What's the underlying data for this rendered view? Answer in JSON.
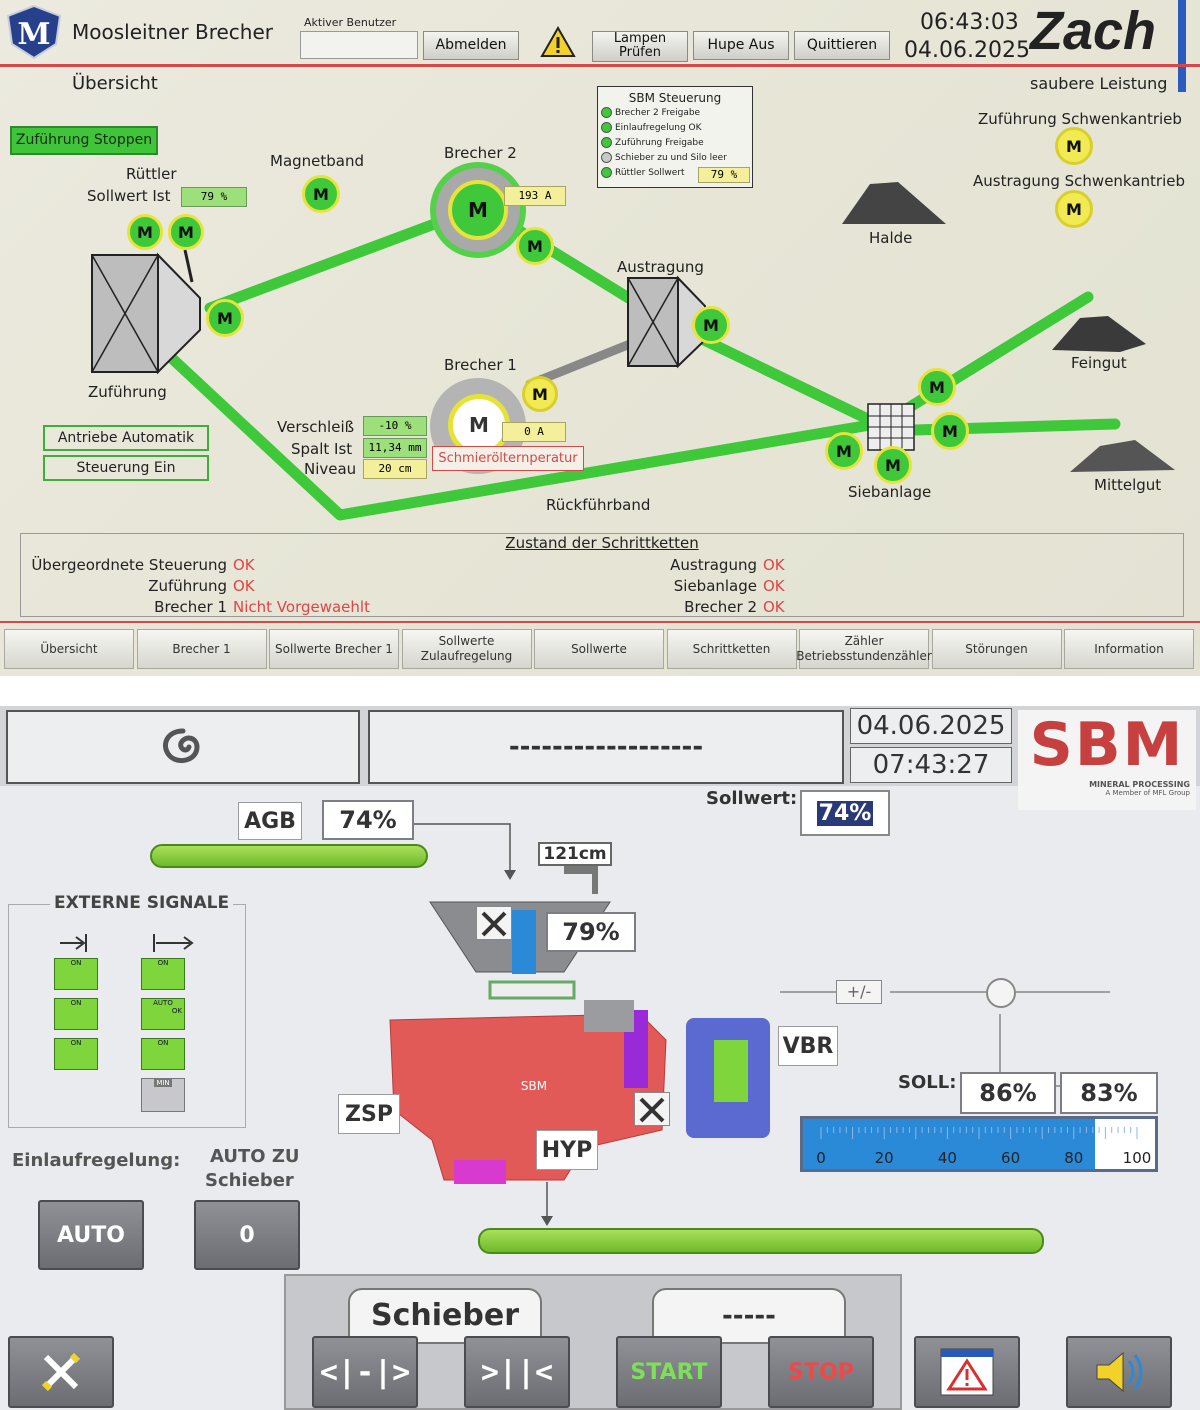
{
  "top": {
    "app_title": "Moosleitner Brecher",
    "logo_letter": "M",
    "user_label": "Aktiver Benutzer",
    "user_value": "",
    "logout": "Abmelden",
    "lamp_test": "Lampen\nPrüfen",
    "horn_off": "Hupe Aus",
    "acknowledge": "Quittieren",
    "time": "06:43:03",
    "date": "04.06.2025",
    "brand": "Zach",
    "brand_slogan": "saubere Leistung",
    "page": "Übersicht",
    "feed_stop": "Zuführung Stoppen",
    "ruettler": "Rüttler",
    "sollwert_ist": "Sollwert Ist",
    "sollwert_val": "79 %",
    "magnetband": "Magnetband",
    "brecher2": "Brecher 2",
    "brecher2_amp": "193 A",
    "brecher1": "Brecher 1",
    "brecher1_amp": "0 A",
    "motor_letter": "M",
    "austragung": "Austragung",
    "zufuehrung": "Zuführung",
    "halde": "Halde",
    "feingut": "Feingut",
    "mittelgut": "Mittelgut",
    "siebanlage": "Siebanlage",
    "rueckfuehrband": "Rückführband",
    "zuf_schwenk": "Zuführung Schwenkantrieb",
    "aus_schwenk": "Austragung Schwenkantrieb",
    "sbm_title": "SBM Steuerung",
    "sbm_items": [
      "Brecher 2 Freigabe",
      "Einlaufregelung OK",
      "Zuführung Freigabe",
      "Schieber zu und Silo leer",
      "Rüttler Sollwert"
    ],
    "sbm_colors": [
      "#3ec83a",
      "#3ec83a",
      "#3ec83a",
      "#c8c8c8",
      "#3ec83a"
    ],
    "sbm_ruettler_val": "79 %",
    "verschleiss": "Verschleiß",
    "verschleiss_val": "-10 %",
    "spalt": "Spalt Ist",
    "spalt_val": "11,34 mm",
    "niveau": "Niveau",
    "niveau_val": "20 cm",
    "schmieroel": "Schmierölternperatur",
    "antriebe": "Antriebe Automatik",
    "steuerung": "Steuerung Ein",
    "status_title": "Zustand der Schrittketten",
    "status_left": [
      {
        "k": "Übergeordnete Steuerung",
        "v": "OK"
      },
      {
        "k": "Zuführung",
        "v": "OK"
      },
      {
        "k": "Brecher 1",
        "v": "Nicht Vorgewaehlt"
      }
    ],
    "status_right": [
      {
        "k": "Austragung",
        "v": "OK"
      },
      {
        "k": "Siebanlage",
        "v": "OK"
      },
      {
        "k": "Brecher 2",
        "v": "OK"
      }
    ],
    "nav": [
      "Übersicht",
      "Brecher 1",
      "Sollwerte Brecher 1",
      "Sollwerte\nZulaufregelung",
      "Sollwerte",
      "Schrittketten",
      "Zähler\nBetriebsstundenzähler",
      "Störungen",
      "Information"
    ]
  },
  "bottom": {
    "message": "------------------",
    "date": "04.06.2025",
    "time": "07:43:27",
    "brand": "SBM",
    "brand_sub1": "MINERAL PROCESSING",
    "brand_sub2": "A Member of MFL Group",
    "sollwert_label": "Sollwert:",
    "sollwert_val": "74%",
    "agb": "AGB",
    "agb_val": "74%",
    "level_val": "121cm",
    "hopper_val": "79%",
    "externe": "EXTERNE SIGNALE",
    "sig_on": "ON",
    "sig_auto": "AUTO",
    "sig_ok": "OK",
    "sig_min": "MIN",
    "plusminus": "+/-",
    "vbr": "VBR",
    "zsp": "ZSP",
    "hyp": "HYP",
    "machine_logo": "SBM",
    "soll": "SOLL:",
    "soll1": "86%",
    "soll2": "83%",
    "gauge_fill": 0.83,
    "gauge_ticks": [
      "0",
      "20",
      "40",
      "60",
      "80",
      "100"
    ],
    "einlauf": "Einlaufregelung:",
    "auto_zu": "AUTO ZU",
    "schieber_lbl": "Schieber",
    "auto_btn": "AUTO",
    "zero_btn": "0",
    "schieber_tab": "Schieber",
    "dash_tab": "-----",
    "open_btn": "<|-|>",
    "close_btn": ">||<",
    "start": "START",
    "stop": "STOP"
  }
}
